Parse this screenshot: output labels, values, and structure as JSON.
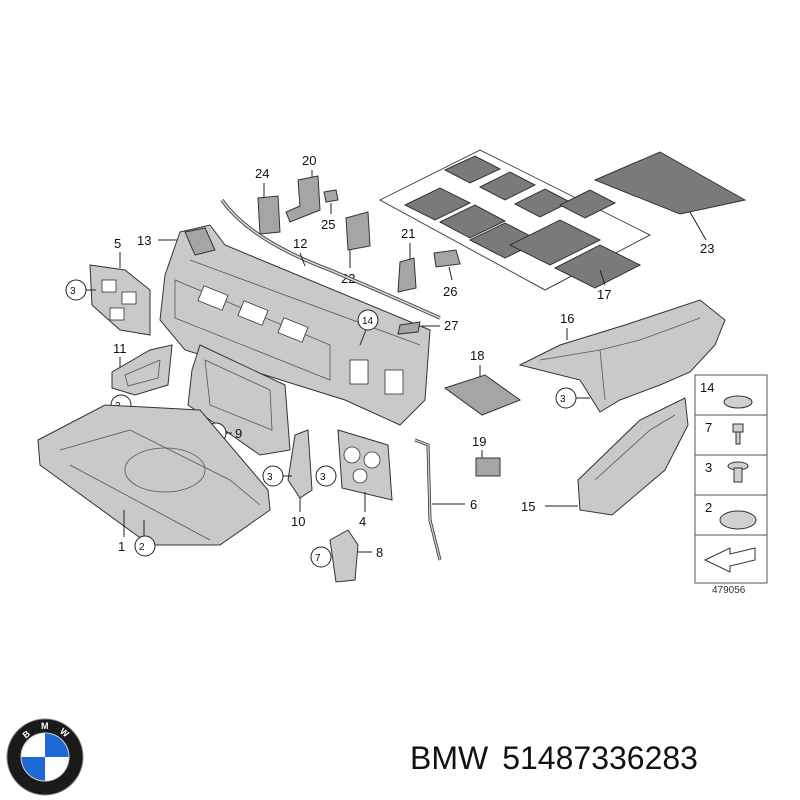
{
  "diagram": {
    "callouts": [
      "1",
      "2",
      "3",
      "4",
      "5",
      "6",
      "7",
      "8",
      "9",
      "10",
      "11",
      "12",
      "13",
      "14",
      "15",
      "16",
      "17",
      "18",
      "19",
      "20",
      "21",
      "22",
      "23",
      "24",
      "25",
      "26",
      "27"
    ],
    "legend": {
      "items": [
        "14",
        "7",
        "3",
        "2"
      ],
      "figure_id": "479056"
    }
  },
  "caption": {
    "brand": "BMW",
    "part_number": "51487336283"
  },
  "logo": {
    "letters": "BMW",
    "colors": {
      "blue": "#1c69d4",
      "white": "#ffffff",
      "ring": "#1a1a1a"
    }
  }
}
